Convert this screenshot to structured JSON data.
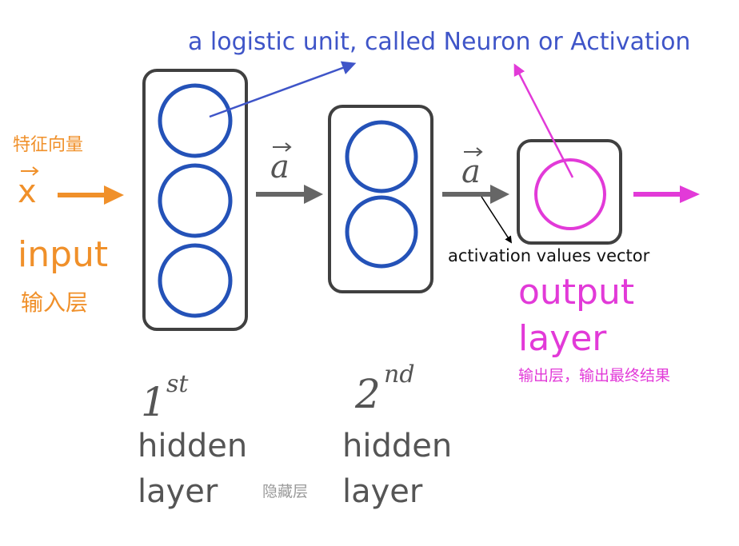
{
  "annotations": {
    "neuron_callout": "a logistic unit, called Neuron or Activation",
    "activation_vector_note": "activation values vector"
  },
  "input": {
    "zh_feature_vector": "特征向量",
    "x_symbol": "x",
    "label": "input",
    "zh_label": "输入层"
  },
  "hidden_1": {
    "ordinal_number": "1",
    "ordinal_suffix": "st",
    "line1": "hidden",
    "line2": "layer"
  },
  "hidden_2": {
    "ordinal_number": "2",
    "ordinal_suffix": "nd",
    "line1": "hidden",
    "line2": "layer"
  },
  "zh_hidden_label": "隐藏层",
  "arrows": {
    "a_symbol_1": "a",
    "a_symbol_2": "a"
  },
  "output": {
    "line1": "output",
    "line2": "layer",
    "zh_label": "输出层，输出最终结果"
  },
  "colors": {
    "input_orange": "#f0902a",
    "neuron_blue": "#2452b8",
    "callout_blue": "#3f55c8",
    "output_magenta": "#e23ad8",
    "box_stroke": "#404040",
    "arrow_gray": "#666666",
    "label_gray": "#555555",
    "zh_gray": "#9a9a9a"
  }
}
